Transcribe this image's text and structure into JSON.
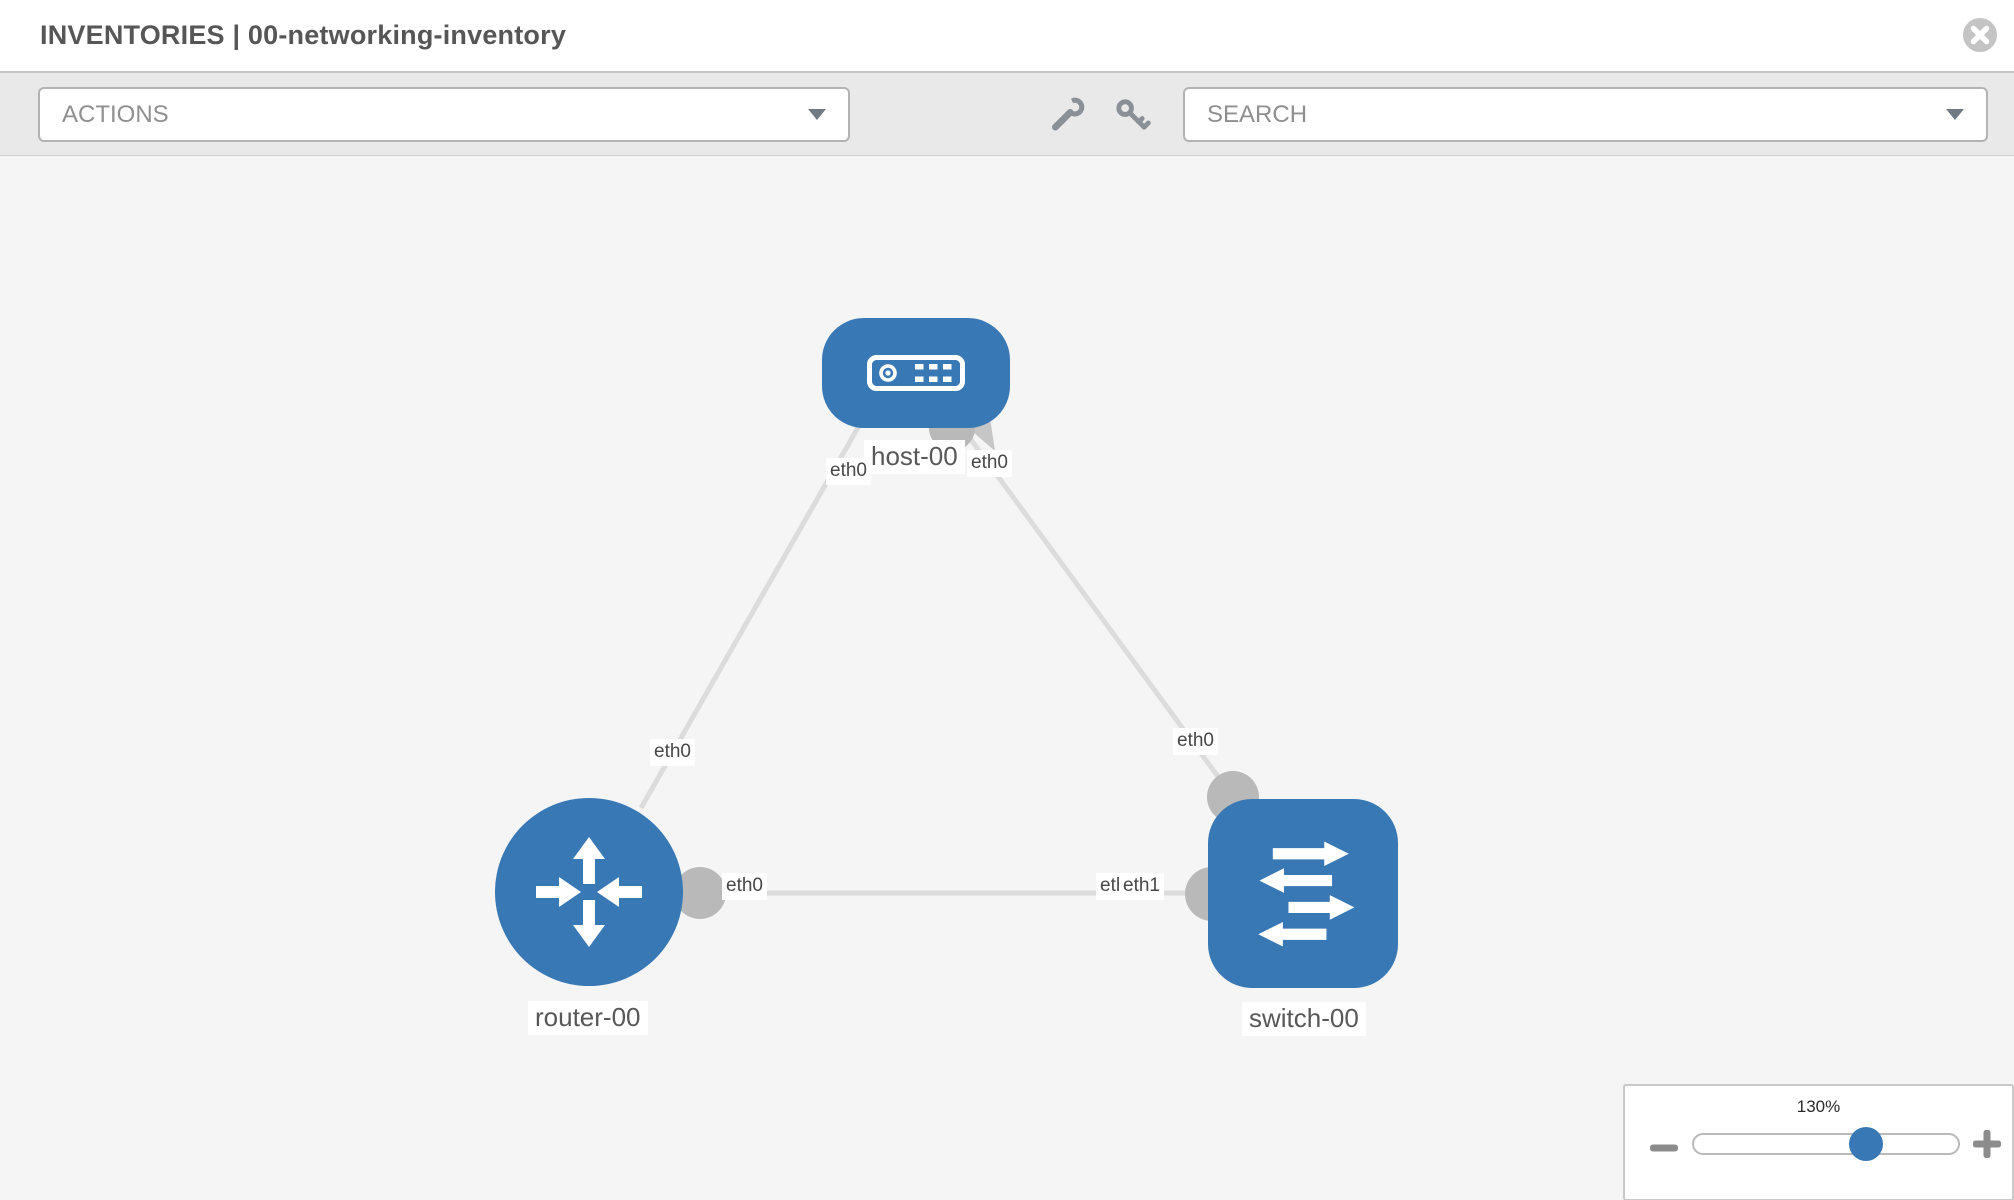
{
  "header": {
    "title": "INVENTORIES | 00-networking-inventory"
  },
  "toolbar": {
    "actions_label": "ACTIONS",
    "search_label": "SEARCH"
  },
  "nodes": {
    "host": {
      "label": "host-00",
      "type": "host"
    },
    "router": {
      "label": "router-00",
      "type": "router"
    },
    "switch": {
      "label": "switch-00",
      "type": "switch"
    }
  },
  "interfaces": {
    "host_router_host_end": "eth0",
    "host_router_router_end": "eth0",
    "host_switch_host_end": "eth0",
    "host_switch_switch_end": "eth0",
    "router_switch_router_end": "eth0",
    "router_switch_switch_end_back": "eth0",
    "router_switch_switch_end_front": "eth1"
  },
  "zoom": {
    "level": "130%"
  },
  "colors": {
    "node_blue": "#3878b4",
    "link_gray": "#dcdcdc",
    "endpoint_gray": "#b9b9b9",
    "canvas_bg": "#f5f5f5",
    "toolbar_bg": "#e9e9e9"
  },
  "icons": [
    "close-icon",
    "wrench-icon",
    "key-icon",
    "caret-down-icon",
    "server-icon",
    "router-arrows-icon",
    "switch-arrows-icon",
    "minus-icon",
    "plus-icon"
  ]
}
